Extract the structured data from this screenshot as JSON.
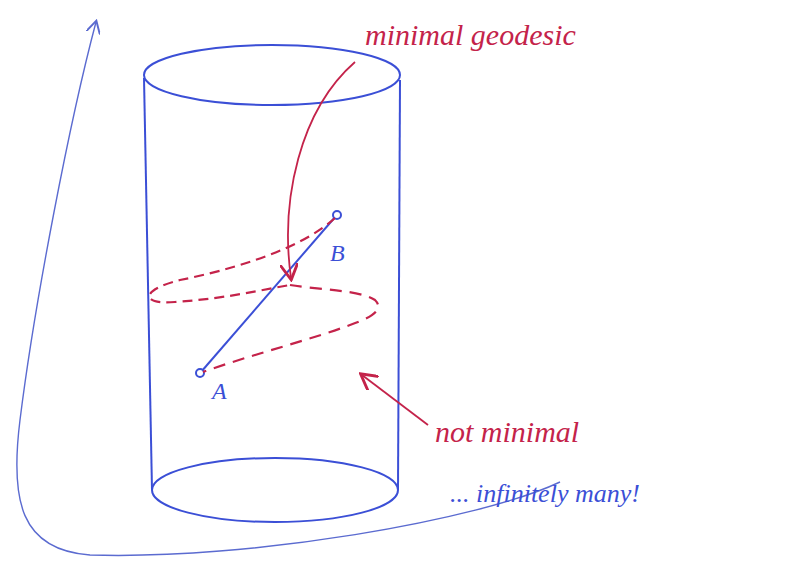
{
  "diagram": {
    "labels": [
      "minimal geodesic",
      "B",
      "A",
      "not minimal",
      "... infinitely many!"
    ]
  }
}
